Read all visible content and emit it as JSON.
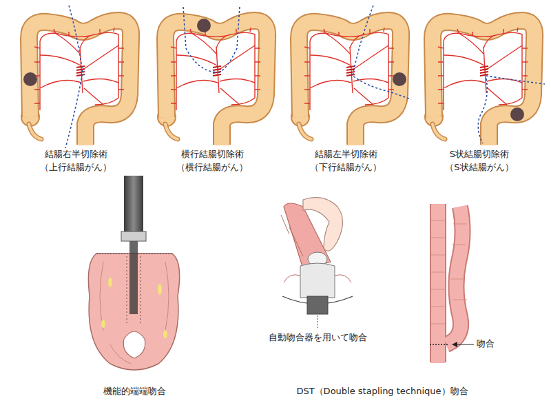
{
  "diagram": {
    "labels": [
      "結腸右半切除術",
      "（上行結腸がん）",
      "横行結腸切除術",
      "（横行結腸がん）",
      "結腸左半切除術",
      "（下行結腸がん）",
      "S状結腸切除術",
      "（S状結腸がん）",
      "自動吻合器を用いて吻合",
      "吻合",
      "機能的端端吻合",
      "DST（Double stapling technique）吻合"
    ]
  }
}
